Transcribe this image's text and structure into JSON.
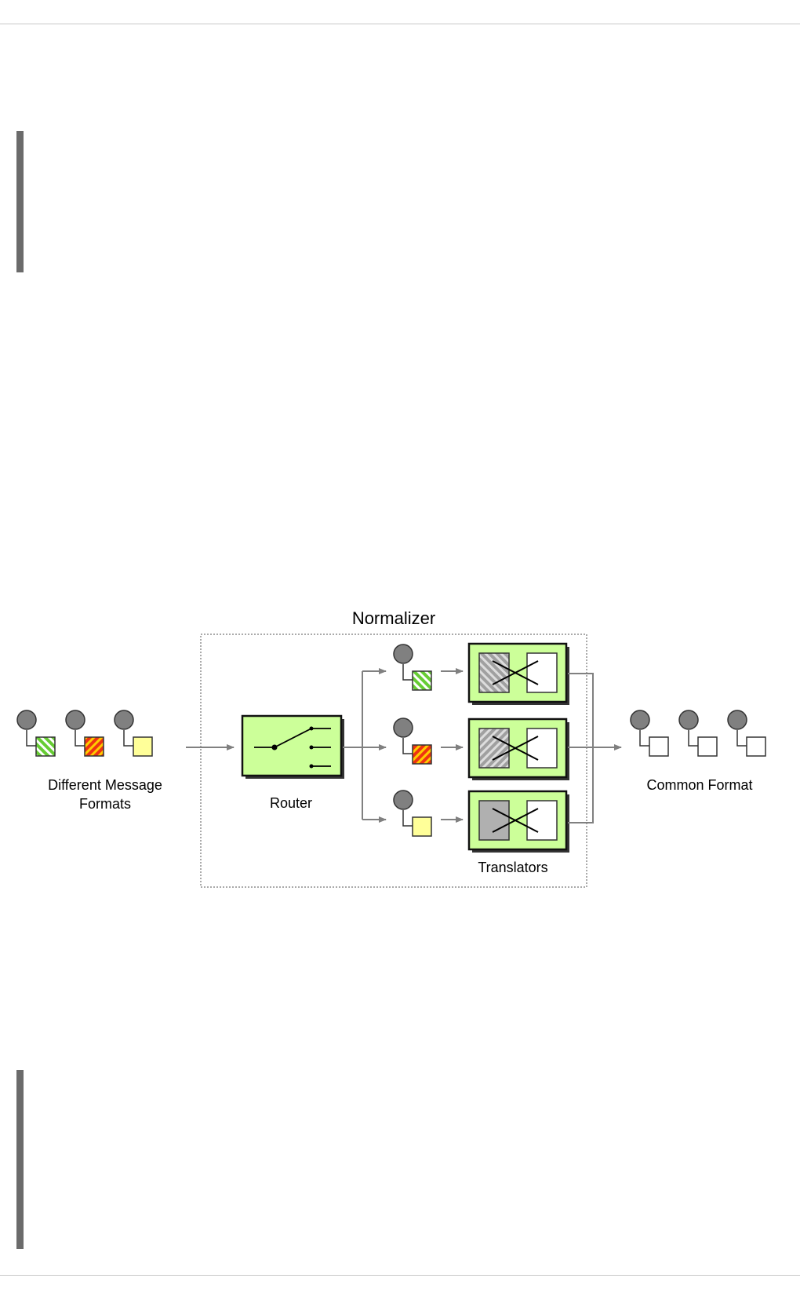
{
  "diagram": {
    "title": "Normalizer",
    "input_label_line1": "Different Message",
    "input_label_line2": "Formats",
    "router_label": "Router",
    "translators_label": "Translators",
    "output_label": "Common Format"
  },
  "colors": {
    "module_fill": "#ccff99",
    "green": "#66cc33",
    "red": "#ee3311",
    "orange": "#ffcc00",
    "yellow": "#ffff99",
    "node_gray": "#808080",
    "arrow_gray": "#808080"
  }
}
